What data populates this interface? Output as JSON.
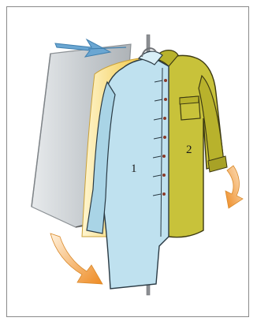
{
  "illustration": {
    "subject": "coat-on-rotating-stand",
    "labels": {
      "left_panel": "1",
      "right_panel": "2"
    },
    "colors": {
      "left_coat": "#bfe1ef",
      "right_coat": "#c8c23a",
      "lining": "#f4d873",
      "stand_panel": "#c9cdd0",
      "arrow_orange": "#f0a040",
      "arrow_blue": "#6aa6d2",
      "pole": "#8c8f93"
    },
    "icons": [
      "rotate-arrow-icon",
      "rotate-arrow-icon",
      "direction-arrow-icon"
    ]
  }
}
